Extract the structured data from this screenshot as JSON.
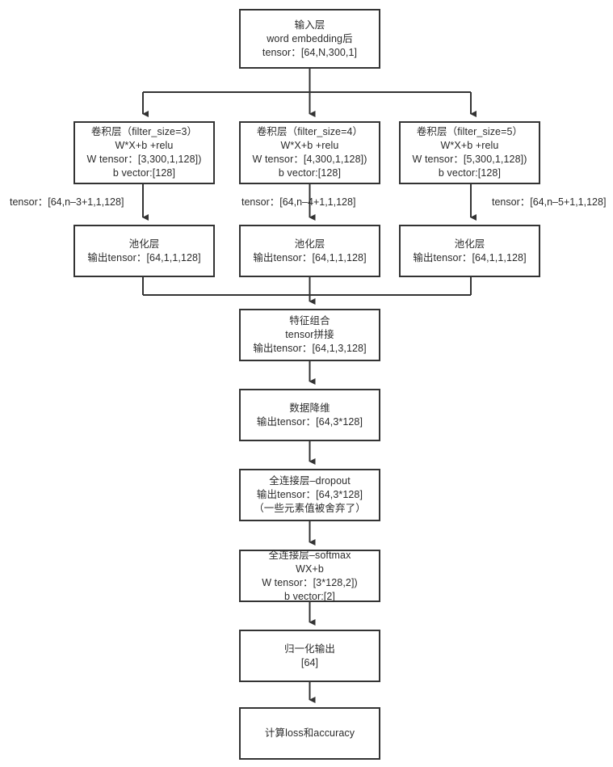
{
  "diagram": {
    "title": "TextCNN model architecture flowchart",
    "type": "flowchart",
    "colors": {
      "background": "#ffffff",
      "node_border": "#333333",
      "node_fill": "#ffffff",
      "text": "#2b2b2b",
      "edge": "#333333"
    }
  },
  "nodes": {
    "input": {
      "name": "input-layer",
      "lines": [
        "输入层",
        "word embedding后",
        "tensor：[64,N,300,1]"
      ]
    },
    "conv3": {
      "name": "conv-layer-filter3",
      "lines": [
        "卷积层（filter_size=3）",
        "W*X+b +relu",
        "W tensor：[3,300,1,128])",
        "b vector:[128]"
      ]
    },
    "conv4": {
      "name": "conv-layer-filter4",
      "lines": [
        "卷积层（filter_size=4）",
        "W*X+b +relu",
        "W tensor：[4,300,1,128])",
        "b vector:[128]"
      ]
    },
    "conv5": {
      "name": "conv-layer-filter5",
      "lines": [
        "卷积层（filter_size=5）",
        "W*X+b +relu",
        "W tensor：[5,300,1,128])",
        "b vector:[128]"
      ]
    },
    "pool3": {
      "name": "pooling-layer-filter3",
      "lines": [
        "池化层",
        "输出tensor：[64,1,1,128]"
      ]
    },
    "pool4": {
      "name": "pooling-layer-filter4",
      "lines": [
        "池化层",
        "输出tensor：[64,1,1,128]"
      ]
    },
    "pool5": {
      "name": "pooling-layer-filter5",
      "lines": [
        "池化层",
        "输出tensor：[64,1,1,128]"
      ]
    },
    "concat": {
      "name": "feature-concat",
      "lines": [
        "特征组合",
        "tensor拼接",
        "输出tensor：[64,1,3,128]"
      ]
    },
    "flatten": {
      "name": "dimension-reduction",
      "lines": [
        "数据降维",
        "输出tensor：[64,3*128]"
      ]
    },
    "dropout": {
      "name": "fc-dropout",
      "lines": [
        "全连接层–dropout",
        "输出tensor：[64,3*128]",
        "（一些元素值被舍弃了）"
      ]
    },
    "softmax": {
      "name": "fc-softmax",
      "lines": [
        "全连接层–softmax",
        "WX+b",
        "W tensor：[3*128,2])",
        "b vector:[2]"
      ]
    },
    "normalize": {
      "name": "normalized-output",
      "lines": [
        "归一化输出",
        "[64]"
      ]
    },
    "loss": {
      "name": "loss-accuracy",
      "lines": [
        "计算loss和accuracy"
      ]
    }
  },
  "edge_labels": {
    "conv3_to_pool3": "tensor：[64,n–3+1,1,128]",
    "conv4_to_pool4": "tensor：[64,n–4+1,1,128]",
    "conv5_to_pool5": "tensor：[64,n–5+1,1,128]"
  }
}
